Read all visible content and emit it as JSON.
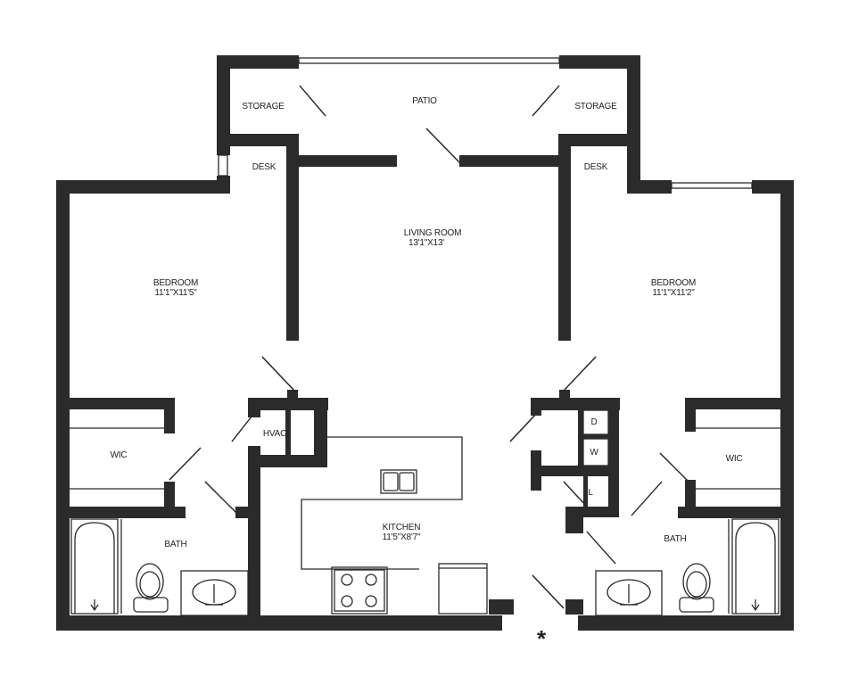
{
  "plan": {
    "rooms": {
      "storage_left": "STORAGE",
      "patio": "PATIO",
      "storage_right": "STORAGE",
      "desk_left": "DESK",
      "desk_right": "DESK",
      "living_room": "LIVING ROOM",
      "living_room_size": "13'1\"X13'",
      "bedroom_left": "BEDROOM",
      "bedroom_left_size": "11'1\"X11'5\"",
      "bedroom_right": "BEDROOM",
      "bedroom_right_size": "11'1\"X11'2\"",
      "wic_left": "WIC",
      "wic_right": "WIC",
      "hvac": "HVAC",
      "kitchen": "KITCHEN",
      "kitchen_size": "11'5\"X8'7\"",
      "bath_left": "BATH",
      "bath_right": "BATH",
      "closet_d": "D",
      "closet_w": "W",
      "closet_l": "L"
    },
    "entry_mark": "*"
  }
}
